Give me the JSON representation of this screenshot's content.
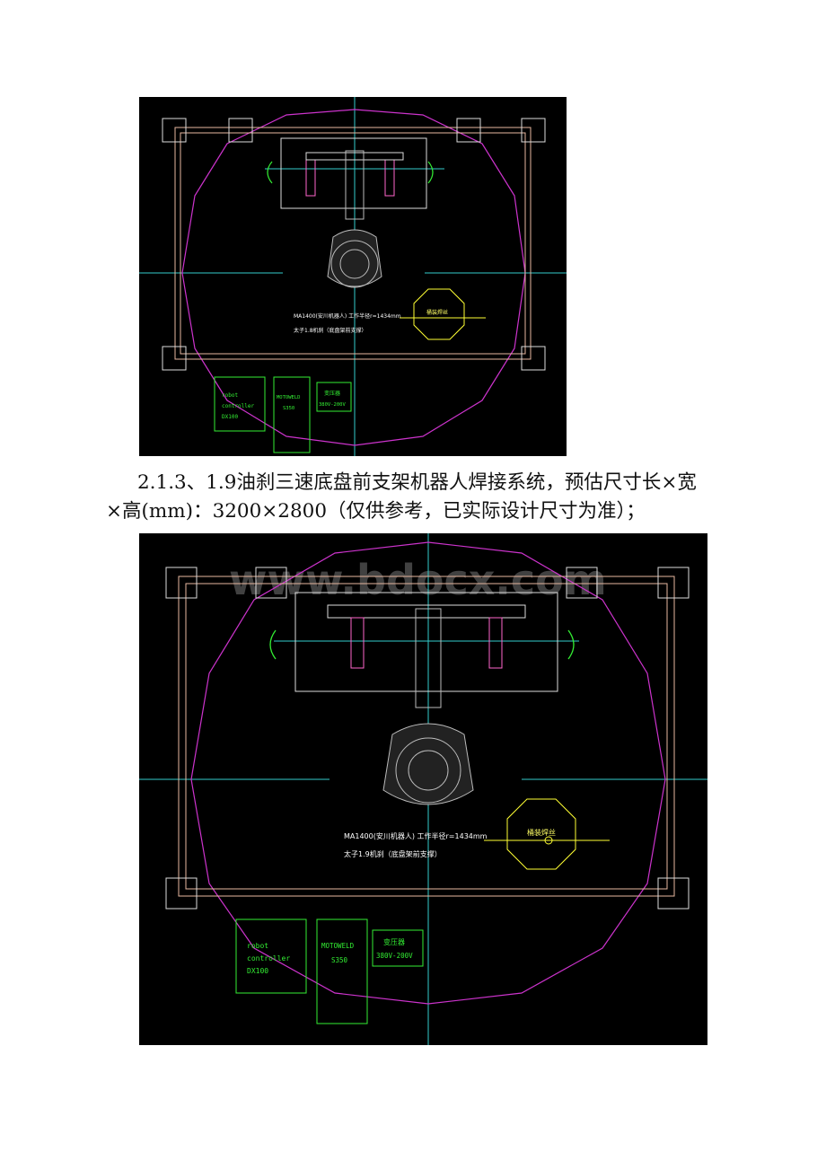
{
  "paragraph": {
    "line1": "2.1.3、1.9油刹三速底盘前支架机器人焊接系统，预估尺寸长×宽",
    "line2": "×高(mm)：3200×2800（仅供参考，已实际设计尺寸为准）；"
  },
  "drawing1": {
    "caption1": "MA1400(安川机器人) 工作半径r=1434mm",
    "caption2": "太子1.8机刹（底盘架前支撑）",
    "weld_wire": "桶装焊丝",
    "controller_line1": "robot",
    "controller_line2": "controller",
    "controller_line3": "DX100",
    "welder_line1": "MOTOWELD",
    "welder_line2": "S350",
    "transformer_line1": "变压器",
    "transformer_line2": "380V-200V"
  },
  "drawing2": {
    "caption1": "MA1400(安川机器人) 工作半径r=1434mm",
    "caption2": "太子1.9机刹（底盘架前支撑）",
    "weld_wire": "桶装焊丝",
    "controller_line1": "robot",
    "controller_line2": "controller",
    "controller_line3": "DX100",
    "welder_line1": "MOTOWELD",
    "welder_line2": "S350",
    "transformer_line1": "变压器",
    "transformer_line2": "380V-200V",
    "watermark": "www.bdocx.com"
  },
  "colors": {
    "background": "#000000",
    "workspace_circle": "#cc33cc",
    "frame": "#e8b8a0",
    "centerline": "#33cccc",
    "equipment_box": "#33ee33",
    "wire_drum": "#ffff33"
  }
}
